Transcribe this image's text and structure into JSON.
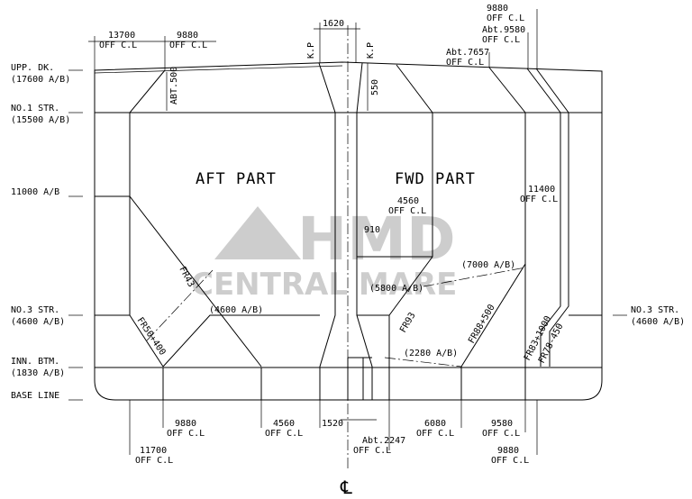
{
  "parts": {
    "aft": "AFT PART",
    "fwd": "FWD PART"
  },
  "watermark": {
    "line1": "HMD",
    "line2": "CENTRAL MARE"
  },
  "levels": {
    "upp_dk": "UPP. DK.",
    "upp_dk_ab": "(17600 A/B)",
    "no1_str": "NO.1 STR.",
    "no1_str_ab": "(15500 A/B)",
    "ab11000": "11000 A/B",
    "no3_str": "NO.3 STR.",
    "no3_str_ab": "(4600 A/B)",
    "no3_str_r": "NO.3 STR.",
    "no3_str_r_ab": "(4600 A/B)",
    "inn_btm": "INN. BTM.",
    "inn_btm_ab": "(1830 A/B)",
    "base_line": "BASE LINE"
  },
  "dims": {
    "d13700": "13700",
    "d13700_off": "OFF C.L",
    "d9880_top": "9880",
    "d9880_top_off": "OFF C.L",
    "d1620": "1620",
    "kp_left": "K.P",
    "kp_right": "K.P",
    "abt_500": "ABT.500",
    "d550": "550",
    "d9880_tr": "9880",
    "d9880_tr_off": "OFF C.L",
    "abt_9580": "Abt.9580",
    "abt_9580_off": "OFF C.L",
    "abt_7657": "Abt.7657",
    "abt_7657_off": "OFF C.L",
    "d11400": "11400",
    "d11400_off": "OFF C.L",
    "d4560_mid": "4560",
    "d4560_mid_off": "OFF C.L",
    "d910": "910",
    "ab7000": "(7000 A/B)",
    "ab5800": "(5800 A/B)",
    "ab4600": "(4600 A/B)",
    "ab2280": "(2280 A/B)",
    "fr43": "FR43",
    "fr50": "FR50+400",
    "fr93": "FR93",
    "fr88": "FR88+500",
    "fr83": "FR83+1000",
    "fr78": "FR78-450",
    "d9880_b": "9880",
    "d9880_b_off": "OFF C.L",
    "d4560_b": "4560",
    "d4560_b_off": "OFF C.L",
    "d1520": "1520",
    "abt_2247": "Abt.2247",
    "abt_2247_off": "OFF C.L",
    "d6080": "6080",
    "d6080_off": "OFF C.L",
    "d9580": "9580",
    "d9580_off": "OFF C.L",
    "d11700": "11700",
    "d11700_off": "OFF C.L",
    "d9880_br": "9880",
    "d9880_br_off": "OFF C.L",
    "centerline": "℄"
  }
}
